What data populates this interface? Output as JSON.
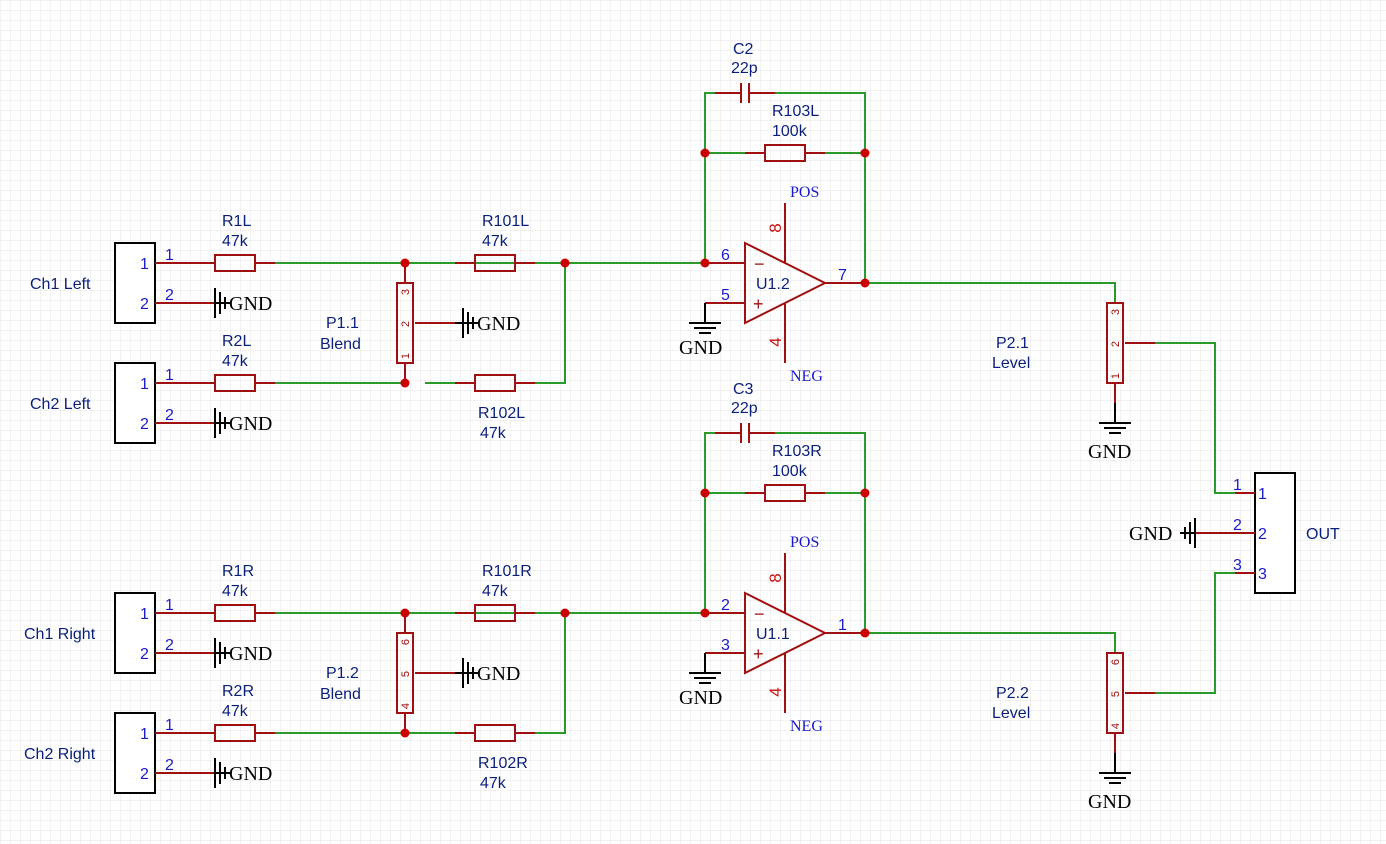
{
  "connectors": {
    "ch1_left": {
      "name": "Ch1 Left",
      "pin1": "1",
      "pin2": "2"
    },
    "ch2_left": {
      "name": "Ch2 Left",
      "pin1": "1",
      "pin2": "2"
    },
    "ch1_right": {
      "name": "Ch1 Right",
      "pin1": "1",
      "pin2": "2"
    },
    "ch2_right": {
      "name": "Ch2 Right",
      "pin1": "1",
      "pin2": "2"
    },
    "out": {
      "name": "OUT",
      "pin1": "1",
      "pin2": "2",
      "pin3": "3"
    }
  },
  "resistors": {
    "r1l": {
      "ref": "R1L",
      "value": "47k"
    },
    "r2l": {
      "ref": "R2L",
      "value": "47k"
    },
    "r101l": {
      "ref": "R101L",
      "value": "47k"
    },
    "r102l": {
      "ref": "R102L",
      "value": "47k"
    },
    "r103l": {
      "ref": "R103L",
      "value": "100k"
    },
    "r1r": {
      "ref": "R1R",
      "value": "47k"
    },
    "r2r": {
      "ref": "R2R",
      "value": "47k"
    },
    "r101r": {
      "ref": "R101R",
      "value": "47k"
    },
    "r102r": {
      "ref": "R102R",
      "value": "47k"
    },
    "r103r": {
      "ref": "R103R",
      "value": "100k"
    }
  },
  "capacitors": {
    "c2": {
      "ref": "C2",
      "value": "22p"
    },
    "c3": {
      "ref": "C3",
      "value": "22p"
    }
  },
  "pots": {
    "p11": {
      "ref": "P1.1",
      "value": "Blend",
      "pins": [
        "3",
        "2",
        "1"
      ]
    },
    "p12": {
      "ref": "P1.2",
      "value": "Blend",
      "pins": [
        "6",
        "5",
        "4"
      ]
    },
    "p21": {
      "ref": "P2.1",
      "value": "Level",
      "pins": [
        "3",
        "2",
        "1"
      ]
    },
    "p22": {
      "ref": "P2.2",
      "value": "Level",
      "pins": [
        "6",
        "5",
        "4"
      ]
    }
  },
  "opamps": {
    "u12": {
      "ref": "U1.2",
      "pin_inv": "6",
      "pin_noninv": "5",
      "pin_out": "7",
      "pin_pos": "8",
      "pin_neg": "4",
      "minus": "−",
      "plus": "+"
    },
    "u11": {
      "ref": "U1.1",
      "pin_inv": "2",
      "pin_noninv": "3",
      "pin_out": "1",
      "pin_pos": "8",
      "pin_neg": "4",
      "minus": "−",
      "plus": "+"
    }
  },
  "nets": {
    "gnd": "GND",
    "pos": "POS",
    "neg": "NEG"
  },
  "colors": {
    "wire": "#2a9a2a",
    "component": "#a01010",
    "junction": "#cc0000",
    "label": "#0a1f7a",
    "pin_number": "#1a1acc",
    "grid": "#e6e6e6"
  }
}
